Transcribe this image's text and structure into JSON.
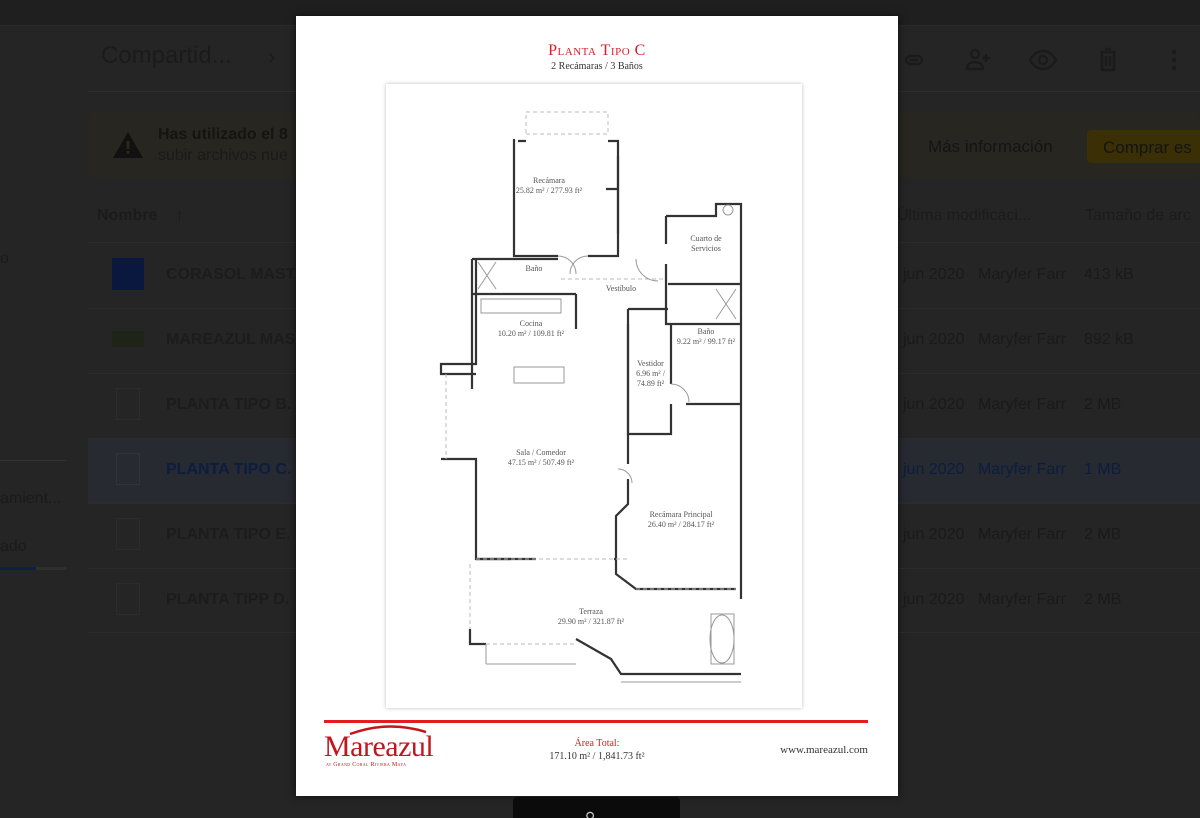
{
  "drive": {
    "breadcrumb": "Compartid...",
    "sidebar": {
      "partial_text_1": "o",
      "storage_label": "amient...",
      "storage_used": "ado"
    },
    "toolbar": {
      "icons": [
        "link-icon",
        "add-person-icon",
        "preview-eye-icon",
        "trash-icon",
        "more-vert-icon"
      ]
    },
    "banner": {
      "title": "Has utilizado el 8",
      "subtitle": "subir archivos nue",
      "more_info": "Más información",
      "buy_button": "Comprar es"
    },
    "columns": {
      "name": "Nombre",
      "modified": "Última modificaci...",
      "size": "Tamaño de arc"
    },
    "files": [
      {
        "name": "CORASOL MAST",
        "date": "jun 2020",
        "owner": "Maryfer Farr",
        "size": "413 kB",
        "thumb": "image"
      },
      {
        "name": "MAREAZUL MAS",
        "date": "jun 2020",
        "owner": "Maryfer Farr",
        "size": "892 kB",
        "thumb": "image"
      },
      {
        "name": "PLANTA TIPO B.",
        "date": "jun 2020",
        "owner": "Maryfer Farr",
        "size": "2 MB",
        "thumb": "plan"
      },
      {
        "name": "PLANTA TIPO C.",
        "date": "jun 2020",
        "owner": "Maryfer Farr",
        "size": "1 MB",
        "thumb": "plan",
        "selected": true
      },
      {
        "name": "PLANTA TIPO E.",
        "date": "jun 2020",
        "owner": "Maryfer Farr",
        "size": "2 MB",
        "thumb": "plan"
      },
      {
        "name": "PLANTA TIPP D.",
        "date": "jun 2020",
        "owner": "Maryfer Farr",
        "size": "2 MB",
        "thumb": "plan"
      }
    ]
  },
  "preview": {
    "title": "Planta Tipo C",
    "subtitle": "2 Recámaras / 3 Baños",
    "rooms": {
      "recamara": {
        "name": "Recámara",
        "area": "25.82 m² / 277.93 ft²"
      },
      "bano1": {
        "name": "Baño"
      },
      "vestibulo": {
        "name": "Vestíbulo"
      },
      "cuarto_servicio": {
        "name": "Cuarto de",
        "name2": "Servicios"
      },
      "cocina": {
        "name": "Cocina",
        "area": "10.20 m² / 109.81 ft²"
      },
      "bano2": {
        "name": "Baño",
        "area": "9.22 m² / 99.17 ft²"
      },
      "vestidor": {
        "name": "Vestidor",
        "area1": "6.96 m² /",
        "area2": "74.89 ft²"
      },
      "sala": {
        "name": "Sala / Comedor",
        "area": "47.15 m² / 507.49 ft²"
      },
      "recamara_principal": {
        "name": "Recámara Principal",
        "area": "26.40 m² / 284.17 ft²"
      },
      "terraza": {
        "name": "Terraza",
        "area": "29.90 m² / 321.87 ft²"
      }
    },
    "footer": {
      "brand": "Mareazul",
      "brand_sub": "at Grand Coral Riviera Maya",
      "area_label": "Área Total:",
      "area_value": "171.10 m² / 1,841.73 ft²",
      "website": "www.mareazul.com"
    },
    "colors": {
      "accent": "#e31b23"
    }
  }
}
